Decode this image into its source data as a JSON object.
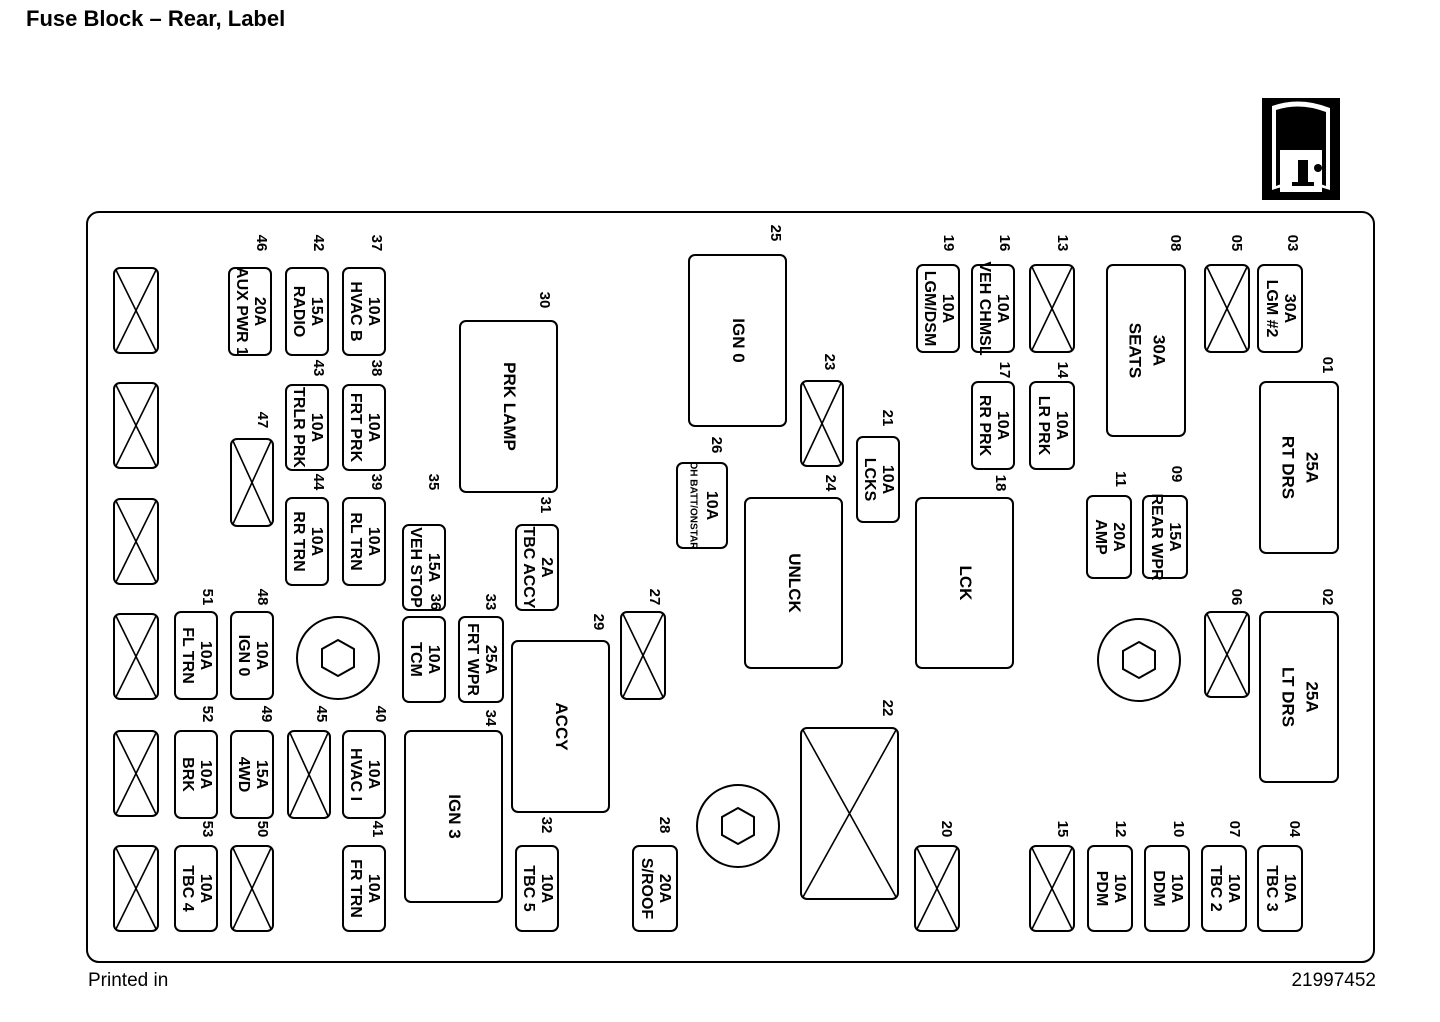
{
  "title": "Fuse Block – Rear, Label",
  "footer": {
    "left": "Printed in",
    "right": "21997452"
  },
  "info_icon": "manual-info-icon",
  "fuses": [
    {
      "num": "03",
      "lines": [
        "30A",
        "LGM #2"
      ]
    },
    {
      "num": "05",
      "lines": []
    },
    {
      "num": "08",
      "lines": [
        "30A",
        "SEATS"
      ]
    },
    {
      "num": "13",
      "lines": []
    },
    {
      "num": "16",
      "lines": [
        "10A",
        "VEH CHMSL"
      ]
    },
    {
      "num": "19",
      "lines": [
        "10A",
        "LGM/DSM"
      ]
    },
    {
      "num": "25",
      "lines": [
        "IGN 0"
      ]
    },
    {
      "num": "37",
      "lines": [
        "10A",
        "HVAC B"
      ]
    },
    {
      "num": "42",
      "lines": [
        "15A",
        "RADIO"
      ]
    },
    {
      "num": "46",
      "lines": [
        "20A",
        "AUX PWR 1"
      ]
    },
    {
      "num": "01",
      "lines": [
        "25A",
        "RT DRS"
      ]
    },
    {
      "num": "14",
      "lines": [
        "10A",
        "LR PRK"
      ]
    },
    {
      "num": "17",
      "lines": [
        "10A",
        "RR PRK"
      ]
    },
    {
      "num": "21",
      "lines": [
        "10A",
        "LCKS"
      ]
    },
    {
      "num": "23",
      "lines": []
    },
    {
      "num": "26",
      "lines": [
        "10A",
        "OH BATT/ONSTAR"
      ]
    },
    {
      "num": "30",
      "lines": [
        "PRK LAMP"
      ]
    },
    {
      "num": "38",
      "lines": [
        "10A",
        "FRT PRK"
      ]
    },
    {
      "num": "43",
      "lines": [
        "10A",
        "TRLR PRK"
      ]
    },
    {
      "num": "47",
      "lines": []
    },
    {
      "num": "09",
      "lines": [
        "15A",
        "REAR WPR"
      ]
    },
    {
      "num": "11",
      "lines": [
        "20A",
        "AMP"
      ]
    },
    {
      "num": "18",
      "lines": [
        "LCK"
      ]
    },
    {
      "num": "24",
      "lines": [
        "UNLCK"
      ]
    },
    {
      "num": "31",
      "lines": [
        "2A",
        "TBC ACCY"
      ]
    },
    {
      "num": "35",
      "lines": [
        "15A",
        "VEH STOP"
      ]
    },
    {
      "num": "39",
      "lines": [
        "10A",
        "RL TRN"
      ]
    },
    {
      "num": "44",
      "lines": [
        "10A",
        "RR TRN"
      ]
    },
    {
      "num": "02",
      "lines": [
        "25A",
        "LT DRS"
      ]
    },
    {
      "num": "06",
      "lines": []
    },
    {
      "num": "27",
      "lines": []
    },
    {
      "num": "29",
      "lines": [
        "ACCY"
      ]
    },
    {
      "num": "33",
      "lines": [
        "25A",
        "FRT WPR"
      ]
    },
    {
      "num": "36",
      "lines": [
        "10A",
        "TCM"
      ]
    },
    {
      "num": "48",
      "lines": [
        "10A",
        "IGN 0"
      ]
    },
    {
      "num": "51",
      "lines": [
        "10A",
        "FL TRN"
      ]
    },
    {
      "num": "22",
      "lines": []
    },
    {
      "num": "34",
      "lines": [
        "IGN 3"
      ]
    },
    {
      "num": "40",
      "lines": [
        "10A",
        "HVAC I"
      ]
    },
    {
      "num": "45",
      "lines": []
    },
    {
      "num": "49",
      "lines": [
        "15A",
        "4WD"
      ]
    },
    {
      "num": "52",
      "lines": [
        "10A",
        "BRK"
      ]
    },
    {
      "num": "04",
      "lines": [
        "10A",
        "TBC 3"
      ]
    },
    {
      "num": "07",
      "lines": [
        "10A",
        "TBC 2"
      ]
    },
    {
      "num": "10",
      "lines": [
        "10A",
        "DDM"
      ]
    },
    {
      "num": "12",
      "lines": [
        "10A",
        "PDM"
      ]
    },
    {
      "num": "15",
      "lines": []
    },
    {
      "num": "20",
      "lines": []
    },
    {
      "num": "28",
      "lines": [
        "20A",
        "S/ROOF"
      ]
    },
    {
      "num": "32",
      "lines": [
        "10A",
        "TBC 5"
      ]
    },
    {
      "num": "41",
      "lines": [
        "10A",
        "FR TRN"
      ]
    },
    {
      "num": "50",
      "lines": []
    },
    {
      "num": "53",
      "lines": [
        "10A",
        "TBC 4"
      ]
    },
    {
      "num": "",
      "lines": []
    },
    {
      "num": "",
      "lines": []
    },
    {
      "num": "",
      "lines": []
    },
    {
      "num": "",
      "lines": []
    },
    {
      "num": "",
      "lines": []
    },
    {
      "num": "",
      "lines": []
    }
  ]
}
